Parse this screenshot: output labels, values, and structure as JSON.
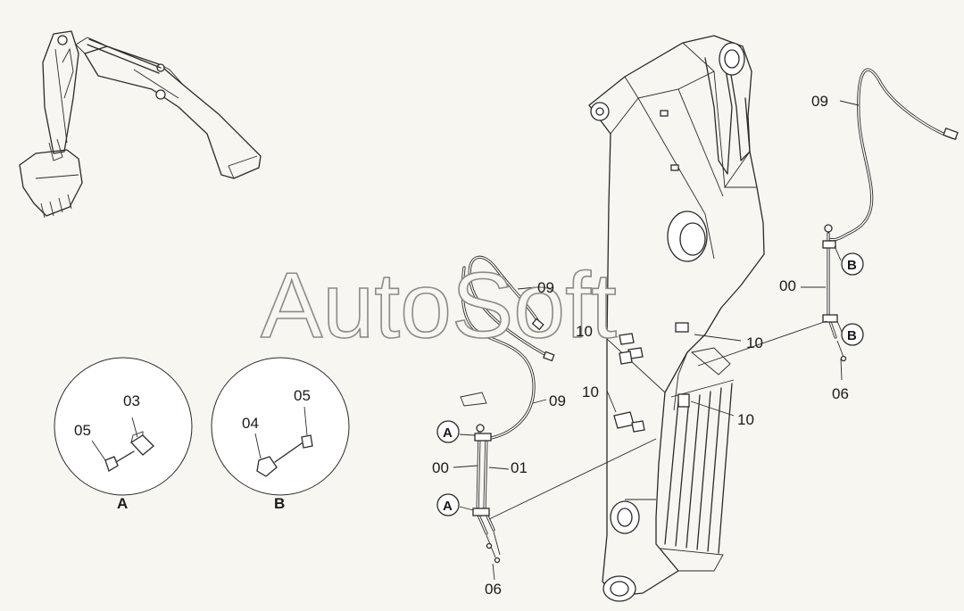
{
  "watermark": "AutoSoft",
  "details": {
    "A": {
      "label": "A",
      "parts": [
        "03",
        "05"
      ]
    },
    "B": {
      "label": "B",
      "parts": [
        "04",
        "05"
      ]
    }
  },
  "labels": {
    "hose_09_top": "09",
    "hose_09_mid": "09",
    "hose_09_left": "09",
    "clamp_10_a": "10",
    "clamp_10_b": "10",
    "clamp_10_c": "10",
    "clamp_10_d": "10",
    "pipe_00_left": "00",
    "pipe_01_left": "01",
    "pipe_00_right": "00",
    "bolt_06_left": "06",
    "bolt_06_right": "06",
    "detA_03": "03",
    "detA_05": "05",
    "detB_04": "04",
    "detB_05": "05"
  },
  "callouts": {
    "A_upper": "A",
    "A_lower": "A",
    "B_upper": "B",
    "B_lower": "B"
  }
}
